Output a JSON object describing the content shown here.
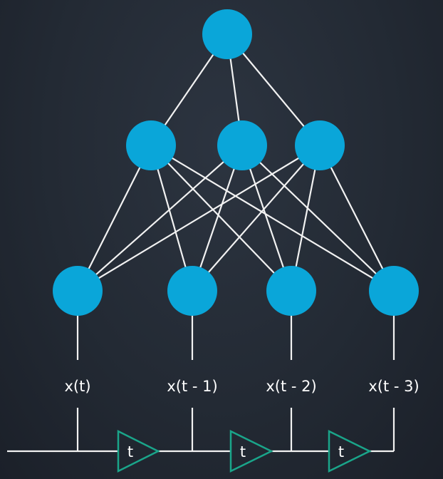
{
  "diagram": {
    "colors": {
      "node": "#0aa6d9",
      "edge": "#f2f2f2",
      "delay_stroke": "#1aa58a",
      "label_text": "#ffffff",
      "background": "#232a34"
    },
    "layers": {
      "output": [
        "o1"
      ],
      "hidden": [
        "h1",
        "h2",
        "h3"
      ],
      "input": [
        "i1",
        "i2",
        "i3",
        "i4"
      ]
    },
    "input_labels": [
      "x(t)",
      "x(t - 1)",
      "x(t - 2)",
      "x(t - 3)"
    ],
    "delay_label": "t",
    "delay_count": 3
  }
}
